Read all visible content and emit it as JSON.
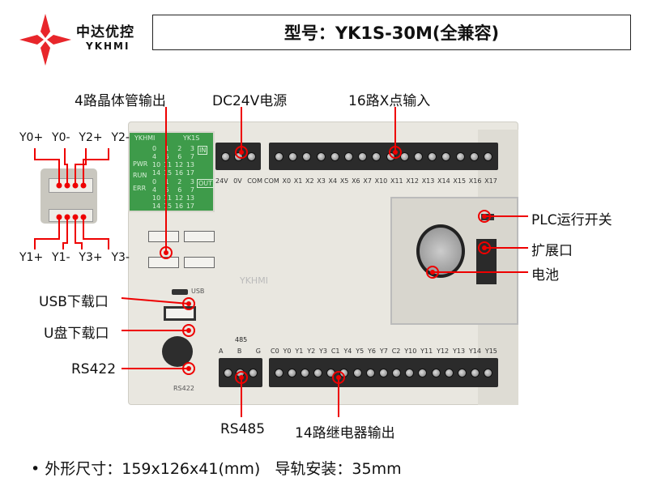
{
  "brand": {
    "name_cn": "中达优控",
    "name_en": "YKHMI"
  },
  "title": "型号：YK1S-30M(全兼容)",
  "callouts": {
    "transistor_output": "4路晶体管输出",
    "power": "DC24V电源",
    "inputs": "16路X点输入",
    "run_switch": "PLC运行开关",
    "expansion": "扩展口",
    "battery": "电池",
    "usb": "USB下载口",
    "udisk": "U盘下载口",
    "rs422": "RS422",
    "rs485": "RS485",
    "relay_output": "14路继电器输出"
  },
  "output_pins": {
    "top": [
      "Y0+",
      "Y0-",
      "Y2+",
      "Y2-"
    ],
    "bottom": [
      "Y1+",
      "Y1-",
      "Y3+",
      "Y3-"
    ]
  },
  "panel": {
    "brand": "YKHMI",
    "model": "YK1S",
    "in": "IN",
    "out": "OUT",
    "leds": [
      "PWR",
      "RUN",
      "ERR"
    ],
    "rows": [
      [
        "0",
        "1",
        "2",
        "3"
      ],
      [
        "4",
        "5",
        "6",
        "7"
      ],
      [
        "10",
        "11",
        "12",
        "13"
      ],
      [
        "14",
        "15",
        "16",
        "17"
      ]
    ]
  },
  "top_terminals": {
    "power": [
      "24V",
      "0V",
      "COM"
    ],
    "inputs": [
      "COM",
      "X0",
      "X1",
      "X2",
      "X3",
      "X4",
      "X5",
      "X6",
      "X7",
      "X10",
      "X11",
      "X12",
      "X13",
      "X14",
      "X15",
      "X16",
      "X17"
    ]
  },
  "bottom_terminals": {
    "rs485": [
      "A",
      "B",
      "G"
    ],
    "outputs": [
      "C0",
      "Y0",
      "Y1",
      "Y2",
      "Y3",
      "C1",
      "Y4",
      "Y5",
      "Y6",
      "Y7",
      "C2",
      "Y10",
      "Y11",
      "Y12",
      "Y13",
      "Y14",
      "Y15"
    ]
  },
  "device_text": {
    "port485": "485",
    "port422": "RS422",
    "usb": "USB",
    "logo": "YKHMI"
  },
  "footer": "• 外形尺寸：159x126x41(mm)   导轨安装：35mm",
  "colors": {
    "accent": "#e00000",
    "panel": "#3e9b4a",
    "body": "#e9e7e0"
  }
}
